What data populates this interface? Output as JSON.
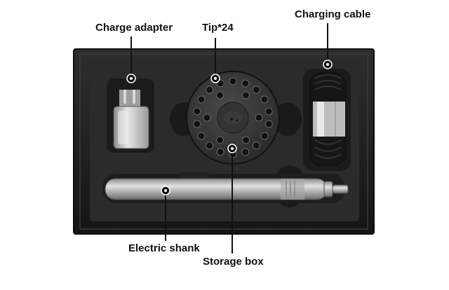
{
  "callouts": {
    "charge_adapter": "Charge adapter",
    "tip": "Tip*24",
    "charging_cable": "Charging cable",
    "electric_shank": "Electric shank",
    "storage_box": "Storage box"
  },
  "colors": {
    "box_outer": "#1c1c1c",
    "box_tray": "#2a2a2a",
    "metal": "#b8b8b8",
    "callout_line": "#111111"
  }
}
